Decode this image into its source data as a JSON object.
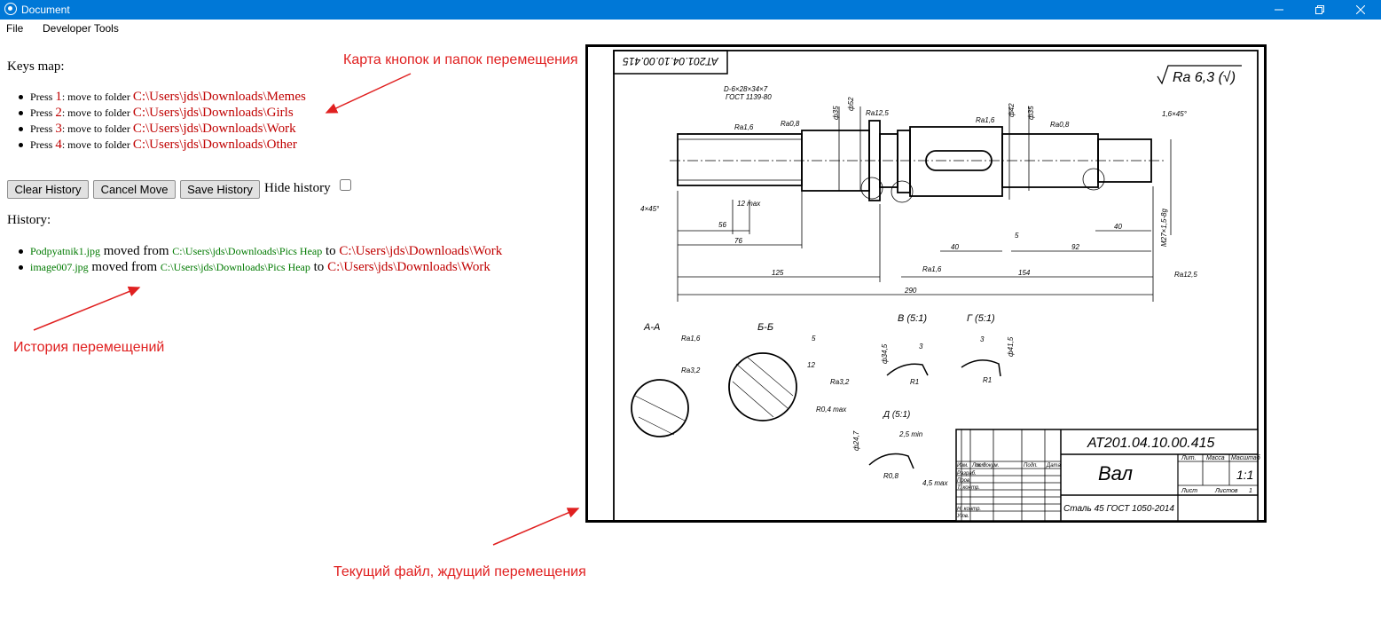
{
  "window": {
    "title": "Document"
  },
  "menu": {
    "file": "File",
    "devtools": "Developer Tools"
  },
  "keys": {
    "title": "Keys map:",
    "items": [
      {
        "press": "Press ",
        "key": "1",
        "mid": ": move to folder ",
        "path": "C:\\Users\\jds\\Downloads\\Memes"
      },
      {
        "press": "Press ",
        "key": "2",
        "mid": ": move to folder ",
        "path": "C:\\Users\\jds\\Downloads\\Girls"
      },
      {
        "press": "Press ",
        "key": "3",
        "mid": ": move to folder ",
        "path": "C:\\Users\\jds\\Downloads\\Work"
      },
      {
        "press": "Press ",
        "key": "4",
        "mid": ": move to folder ",
        "path": "C:\\Users\\jds\\Downloads\\Other"
      }
    ]
  },
  "toolbar": {
    "clear": "Clear History",
    "cancel": "Cancel Move",
    "save": "Save History",
    "hide_label": "Hide history",
    "hide_checked": false
  },
  "history": {
    "title": "History:",
    "items": [
      {
        "file": "Podpyatnik1.jpg",
        "moved": " moved from ",
        "from": "C:\\Users\\jds\\Downloads\\Pics Heap",
        "to_word": " to ",
        "to": "C:\\Users\\jds\\Downloads\\Work"
      },
      {
        "file": "image007.jpg",
        "moved": " moved from ",
        "from": "C:\\Users\\jds\\Downloads\\Pics Heap",
        "to_word": " to ",
        "to": "C:\\Users\\jds\\Downloads\\Work"
      }
    ]
  },
  "annotations": {
    "keys": "Карта кнопок и папок перемещения",
    "history": "История перемещений",
    "current": "Текущий файл, ждущий перемещения"
  },
  "drawing": {
    "stamp_top": "АТ201.04.10.00.415",
    "roughness": "Ra 6,3 (√)",
    "code": "АТ201.04.10.00.415",
    "name": "Вал",
    "material": "Сталь 45 ГОСТ 1050-2014",
    "scale": "1:1",
    "col_lit": "Лит.",
    "col_mass": "Масса",
    "col_scale": "Масштаб",
    "sheet": "Лист",
    "sheets": "Листов",
    "sheets_count": "1",
    "section_aa": "А-А",
    "section_bb": "Б-Б",
    "detail_v": "В (5:1)",
    "detail_g": "Г (5:1)",
    "detail_d": "Д (5:1)",
    "dims": [
      "56",
      "76",
      "125",
      "290",
      "154",
      "40",
      "92",
      "40",
      "5",
      "12 max"
    ],
    "gost_note": "D-6×28×34×7",
    "gost": "ГОСТ 1139-80",
    "thread": "М27×1,5-8g",
    "chamfer": "4×45°",
    "chamfer2": "1,6×45°",
    "rough_vals": [
      "Ra1,6",
      "Ra0,8",
      "Ra12,5",
      "Ra1,6",
      "Ra0,8",
      "Ra12,5",
      "Ra1,6",
      "Ra1,6",
      "Ra3,2",
      "Ra3,2"
    ],
    "dia_vals": [
      "ф35",
      "ф52",
      "ф42",
      "ф35"
    ],
    "tb_rows": [
      "Изм.",
      "Лист",
      "№ докум.",
      "Подп.",
      "Дата",
      "Разраб.",
      "Пров.",
      "Т. контр.",
      "Н. контр.",
      "Утв."
    ],
    "section_dims": [
      "5",
      "12",
      "R0,4 max",
      "3",
      "ф34,5",
      "R1",
      "3",
      "ф41,5",
      "R1",
      "2,5 min",
      "ф24,7",
      "R0,8",
      "4,5 max"
    ]
  }
}
